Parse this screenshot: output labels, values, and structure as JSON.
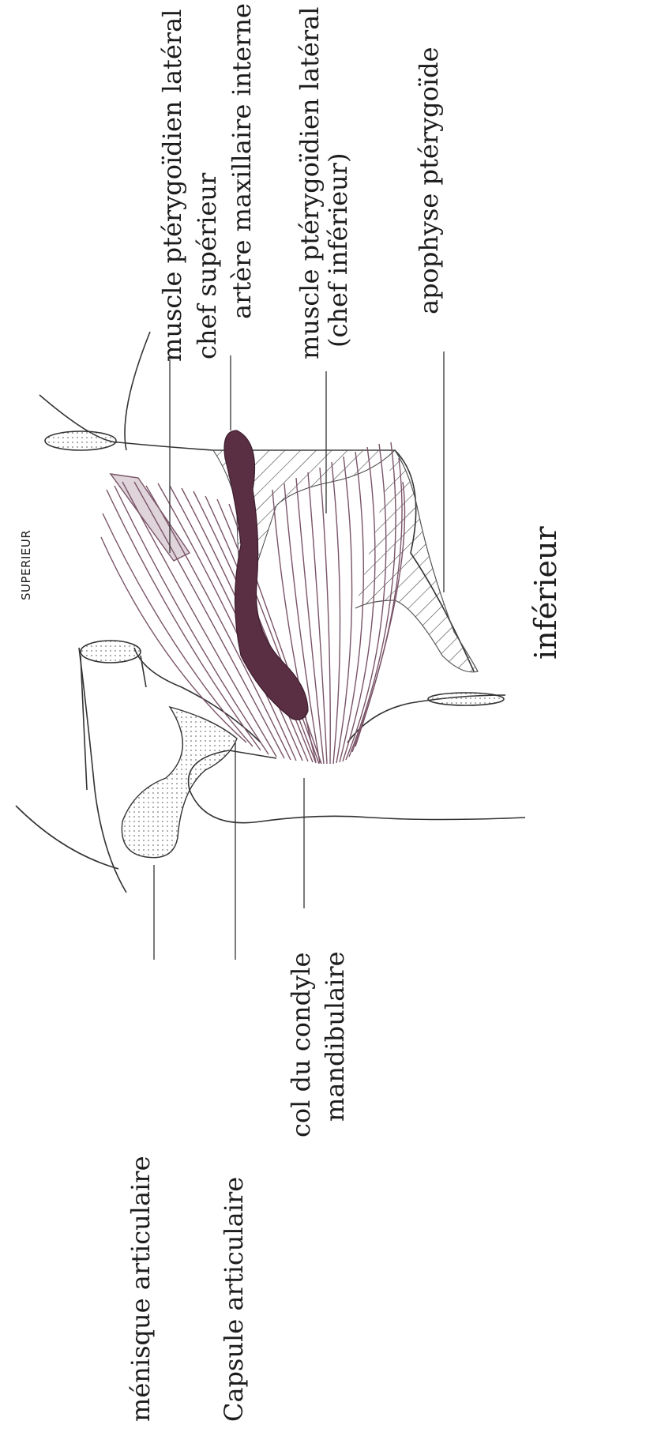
{
  "labels": {
    "ptery_superior_line1": "muscle ptérygoïdien latéral",
    "ptery_superior_line2": "chef supérieur",
    "artery": "artère maxillaire interne",
    "ptery_inferior_line1": "muscle ptérygoïdien latéral",
    "ptery_inferior_line2": "(chef inférieur)",
    "apophyse": "apophyse ptérygoïde",
    "superieur": "SUPERIEUR",
    "inferieur": "inférieur",
    "menisque": "ménisque articulaire",
    "capsule": "Capsule articulaire",
    "col_line1": "col du condyle",
    "col_line2": "mandibulaire"
  },
  "colors": {
    "ink": "#1c1c1c",
    "muscle": "#7a5468",
    "artery": "#5a2e43",
    "accent_text": "#8a5a73"
  }
}
